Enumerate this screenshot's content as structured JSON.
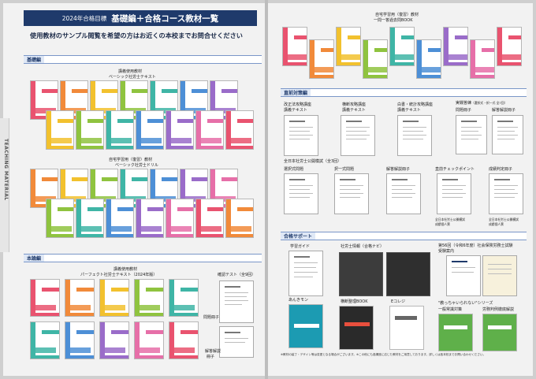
{
  "header": {
    "title_small": "2024年合格目標",
    "title_main": "基礎編＋合格コース教材一覧",
    "subtitle": "使用教材のサンプル閲覧を希望の方はお近くの本校までお問合せください"
  },
  "side_tab": "TEACHING MATERIAL",
  "left": {
    "section_basic": "基礎編",
    "basic_text_caption_1": "講義使用教材",
    "basic_text_caption_2": "ベーシック社労士テキスト",
    "basic_drill_caption_1": "自宅学習用（復習）教材",
    "basic_drill_caption_2": "ベーシック社労士ドリル",
    "section_honron": "本論編",
    "perfect_caption_1": "講義使用教材",
    "perfect_caption_2": "パーフェクト社労士テキスト（2024年版）",
    "kakunin_caption": "確認テスト（全9回）",
    "mondai_label": "問題冊子",
    "kaitou_label_1": "解答解説",
    "kaitou_label_2": "冊子"
  },
  "right": {
    "ichimon_caption_1": "自宅学習用（復習）教材",
    "ichimon_caption_2": "一問一答過去問BOOK",
    "section_chokuzen": "直前対策編",
    "kaisei_caption_1": "改正法攻略講座",
    "kaisei_caption_2": "講義テキスト",
    "hanrei_caption_1": "横断攻略講座",
    "hanrei_caption_2": "講義テキスト",
    "hakusho_caption_1": "白書・統計攻略講座",
    "hakusho_caption_2": "講義テキスト",
    "jissen_caption_1": "実戦答練",
    "jissen_caption_1b": "（選択式・択一式 全7回）",
    "jissen_mondai": "問題冊子",
    "jissen_kaitou": "解答解説冊子",
    "mogi_caption": "全日本社労士公開模試（全3回）",
    "mogi_sentaku": "選択式問題",
    "mogi_takuitsu": "択一式問題",
    "mogi_kaitou": "解答解説冊子",
    "mogi_check": "直前チェックポイント",
    "mogi_seiseki": "成績判定冊子",
    "mogi_note_1": "全日本社労士公開模試",
    "mogi_note_2": "成績個人票",
    "section_support": "合格サポート",
    "study_guide": "学習ガイド",
    "sharoushi_joho": "社労士情報（合格ナビ）",
    "shiken_caption_1": "第56回（令和6年度）社会保険労務士試験",
    "shiken_caption_2": "受験案内",
    "anki_memo": "あんきモン",
    "keitai_caption": "横断整理BOOK",
    "ecolle": "Eコレジ",
    "series_caption": "\"教っちゃいられない\"シリーズ",
    "series_1": "一般常識対策",
    "series_2": "労務判例徹底解説",
    "footnote": "※教材の装丁・デザイン等は変更となる場合がございます。※この他にも各講座に応じた教材をご用意しております。詳しくは各本校までお問い合わせください。"
  },
  "colors": {
    "navy": "#1f3a6b",
    "book_colors": [
      "#e9536f",
      "#f18a3a",
      "#f2c12e",
      "#8fc33f",
      "#3fb5a6",
      "#4d8fd6",
      "#9a6cc9",
      "#e66fa8"
    ]
  }
}
